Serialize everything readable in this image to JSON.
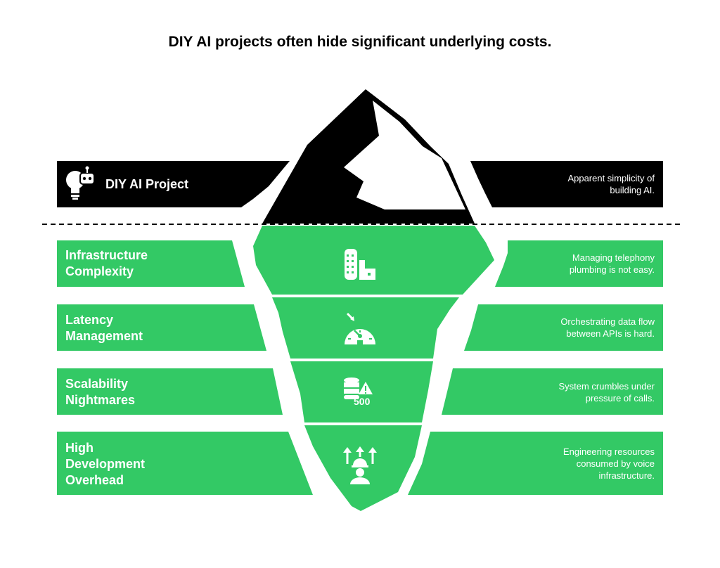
{
  "title": "DIY AI projects often hide significant underlying costs.",
  "colors": {
    "green": "#33c965",
    "black": "#000000",
    "white": "#ffffff"
  },
  "top": {
    "label": "DIY AI Project",
    "icon": "robot-lightbulb-icon",
    "description_lines": [
      "Apparent simplicity of",
      "building AI."
    ]
  },
  "layers": [
    {
      "label_lines": [
        "Infrastructure",
        "Complexity"
      ],
      "icon": "building-factory-icon",
      "description_lines": [
        "Managing telephony",
        "plumbing is not easy."
      ]
    },
    {
      "label_lines": [
        "Latency",
        "Management"
      ],
      "icon": "speedometer-gauge-icon",
      "description_lines": [
        "Orchestrating data flow",
        "between APIs is hard."
      ]
    },
    {
      "label_lines": [
        "Scalability",
        "Nightmares"
      ],
      "icon": "database-warning-icon",
      "icon_text": "500",
      "description_lines": [
        "System crumbles under",
        "pressure of calls."
      ]
    },
    {
      "label_lines": [
        "High",
        "Development",
        "Overhead"
      ],
      "icon": "engineer-arrows-icon",
      "description_lines": [
        "Engineering resources",
        "consumed by voice",
        "infrastructure."
      ]
    }
  ]
}
